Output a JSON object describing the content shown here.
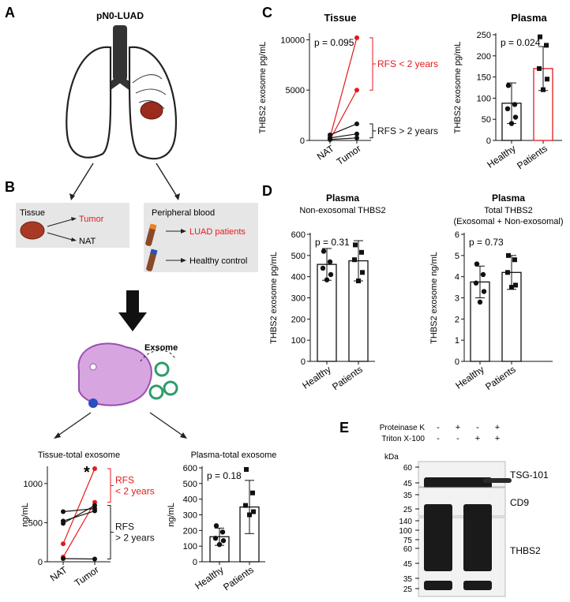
{
  "panels": {
    "A": "A",
    "B": "B",
    "C": "C",
    "D": "D",
    "E": "E"
  },
  "panelA": {
    "title": "pN0-LUAD"
  },
  "panelB": {
    "tissue_label": "Tissue",
    "tumor_label": "Tumor",
    "nat_label": "NAT",
    "blood_label": "Peripheral blood",
    "luad_label": "LUAD patients",
    "healthy_label": "Healthy control",
    "exosome_label": "Exsome"
  },
  "colors": {
    "red": "#e41a1c",
    "black": "#111111",
    "grey_box": "#e6e6e6",
    "cell": "#d7a6e0"
  },
  "chart_data": [
    {
      "id": "tissue_total",
      "type": "line",
      "title": "Tissue-total exosome",
      "ylabel": "ng/mL",
      "xlabel": "",
      "categories": [
        "NAT",
        "Tumor"
      ],
      "ylim": [
        0,
        1200
      ],
      "yticks": [
        0,
        500,
        1000
      ],
      "annotation": "*",
      "groups": [
        {
          "label_lines": [
            "RFS",
            "< 2 years"
          ],
          "color": "#e41a1c"
        },
        {
          "label_lines": [
            "RFS",
            "> 2 years"
          ],
          "color": "#111111"
        }
      ],
      "series": [
        {
          "values": [
            230,
            1190
          ],
          "color": "#e41a1c"
        },
        {
          "values": [
            60,
            760
          ],
          "color": "#e41a1c"
        },
        {
          "values": [
            640,
            680
          ],
          "color": "#111111"
        },
        {
          "values": [
            520,
            650
          ],
          "color": "#111111"
        },
        {
          "values": [
            490,
            720
          ],
          "color": "#111111"
        },
        {
          "values": [
            40,
            35
          ],
          "color": "#111111"
        }
      ]
    },
    {
      "id": "plasma_total",
      "type": "bar",
      "title": "Plasma-total exosome",
      "ylabel": "ng/mL",
      "xlabel": "",
      "categories": [
        "Healthy",
        "Patients"
      ],
      "ylim": [
        0,
        600
      ],
      "yticks": [
        0,
        100,
        200,
        300,
        400,
        500,
        600
      ],
      "annotation": "p = 0.18",
      "values": [
        160,
        350
      ],
      "errors": [
        55,
        170
      ],
      "bar_edge": [
        "#111111",
        "#111111"
      ],
      "points": [
        [
          230,
          190,
          150,
          135,
          110
        ],
        [
          590,
          440,
          360,
          320,
          300
        ]
      ],
      "markers": [
        "circle",
        "square"
      ]
    },
    {
      "id": "tissue_c",
      "type": "line",
      "title": "Tissue",
      "ylabel": "THBS2 exosome pg/mL",
      "xlabel": "",
      "categories": [
        "NAT",
        "Tumor"
      ],
      "ylim": [
        0,
        10500
      ],
      "yticks": [
        0,
        5000,
        10000
      ],
      "annotation": "p = 0.095",
      "groups": [
        {
          "label_lines": [
            "RFS < 2 years"
          ],
          "color": "#e41a1c"
        },
        {
          "label_lines": [
            "RFS > 2 years"
          ],
          "color": "#111111"
        }
      ],
      "series": [
        {
          "values": [
            300,
            10200
          ],
          "color": "#e41a1c"
        },
        {
          "values": [
            80,
            5000
          ],
          "color": "#e41a1c"
        },
        {
          "values": [
            550,
            1650
          ],
          "color": "#111111"
        },
        {
          "values": [
            250,
            650
          ],
          "color": "#111111"
        },
        {
          "values": [
            100,
            250
          ],
          "color": "#111111"
        }
      ]
    },
    {
      "id": "plasma_c",
      "type": "bar",
      "title": "Plasma",
      "ylabel": "THBS2 exosome pg/mL",
      "xlabel": "",
      "categories": [
        "Healthy",
        "Patients"
      ],
      "ylim": [
        0,
        250
      ],
      "yticks": [
        0,
        50,
        100,
        150,
        200,
        250
      ],
      "annotation": "p = 0.024",
      "values": [
        88,
        170
      ],
      "errors": [
        48,
        52
      ],
      "bar_edge": [
        "#111111",
        "#e41a1c"
      ],
      "points": [
        [
          130,
          85,
          75,
          55,
          40
        ],
        [
          245,
          225,
          170,
          145,
          120
        ]
      ],
      "markers": [
        "circle",
        "square"
      ]
    },
    {
      "id": "plasma_nonexo",
      "type": "bar",
      "title": "Plasma",
      "subtitle": "Non-exosomal THBS2",
      "ylabel": "THBS2 exosome pg/mL",
      "xlabel": "",
      "categories": [
        "Healthy",
        "Patients"
      ],
      "ylim": [
        0,
        600
      ],
      "yticks": [
        0,
        100,
        200,
        300,
        400,
        500,
        600
      ],
      "annotation": "p = 0.31",
      "values": [
        458,
        475
      ],
      "errors": [
        75,
        95
      ],
      "bar_edge": [
        "#111111",
        "#111111"
      ],
      "points": [
        [
          520,
          470,
          440,
          410,
          385
        ],
        [
          550,
          515,
          480,
          420,
          380
        ]
      ],
      "markers": [
        "circle",
        "square"
      ]
    },
    {
      "id": "plasma_totalthbs2",
      "type": "bar",
      "title": "Plasma",
      "subtitle": "Total THBS2",
      "subtitle2": "(Exosomal + Non-exosomal)",
      "ylabel": "THBS2 exosome ng/mL",
      "xlabel": "",
      "categories": [
        "Healthy",
        "Patients"
      ],
      "ylim": [
        0,
        6
      ],
      "yticks": [
        0,
        1,
        2,
        3,
        4,
        5,
        6
      ],
      "annotation": "p = 0.73",
      "values": [
        3.75,
        4.2
      ],
      "errors": [
        0.75,
        0.8
      ],
      "bar_edge": [
        "#111111",
        "#111111"
      ],
      "points": [
        [
          4.6,
          4.1,
          3.7,
          3.3,
          2.8
        ],
        [
          5.0,
          4.8,
          4.2,
          3.6,
          3.5
        ]
      ],
      "markers": [
        "circle",
        "square"
      ]
    }
  ],
  "panelE": {
    "rows": [
      {
        "label": "Proteinase K",
        "signs": [
          "-",
          "+",
          "-",
          "+"
        ]
      },
      {
        "label": "Triton X-100",
        "signs": [
          "-",
          "-",
          "+",
          "+"
        ]
      }
    ],
    "unit": "kDa",
    "blots": [
      {
        "name": "TSG-101",
        "ladder": [
          "60",
          "45"
        ]
      },
      {
        "name": "CD9",
        "ladder": [
          "35",
          "25"
        ]
      },
      {
        "name": "THBS2",
        "ladder": [
          "140",
          "100",
          "75",
          "60",
          "45",
          "35",
          "25"
        ]
      }
    ]
  }
}
